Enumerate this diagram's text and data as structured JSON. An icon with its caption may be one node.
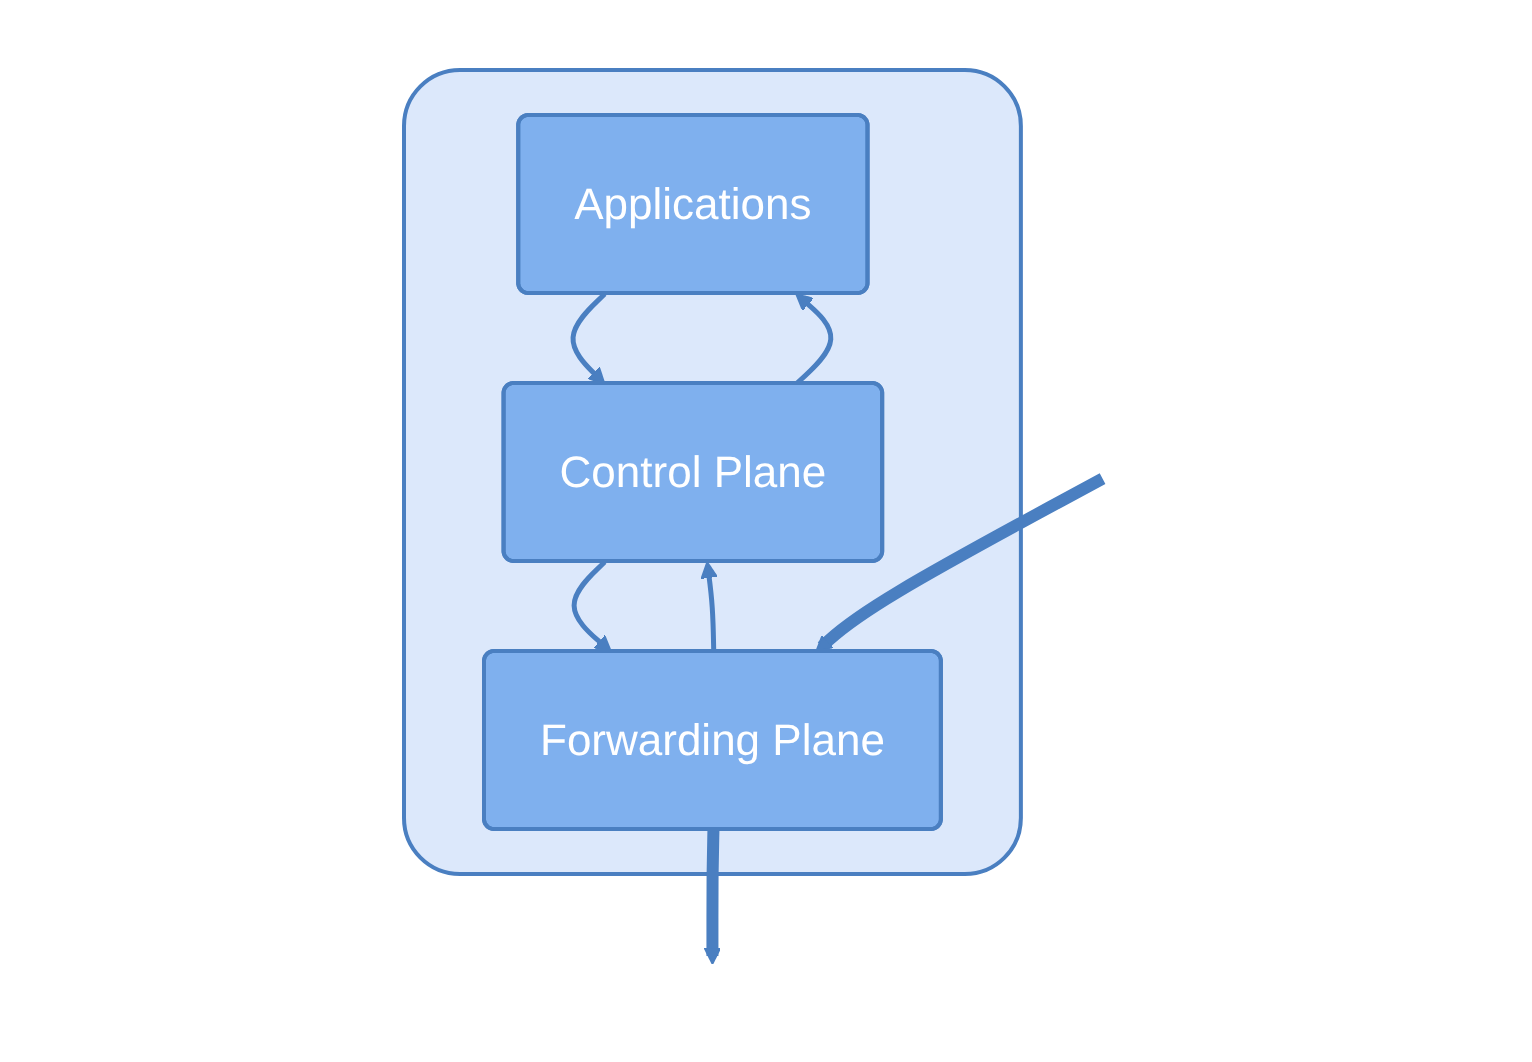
{
  "diagram": {
    "nodes": [
      {
        "text": [],
        "shape": "box"
      },
      {
        "text": [
          "Applications"
        ],
        "in": 0
      },
      {
        "text": [
          "Control Plane"
        ],
        "in": 0
      },
      {
        "text": [
          "Forwarding Plane"
        ],
        "in": 0
      }
    ],
    "edges": [
      {
        "from": 2,
        "to": 1,
        "arrow": "to"
      },
      {
        "from": 1,
        "to": 2,
        "arrow": "to"
      },
      {
        "from": 3,
        "to": 2,
        "arrow": "to"
      },
      {
        "from": 2,
        "to": 3,
        "arrow": "to"
      },
      {
        "from": null,
        "to": 3,
        "arrow": "to",
        "style": "thick"
      },
      {
        "from": 3,
        "to": null,
        "arrow": "to",
        "style": "thick"
      }
    ]
  }
}
